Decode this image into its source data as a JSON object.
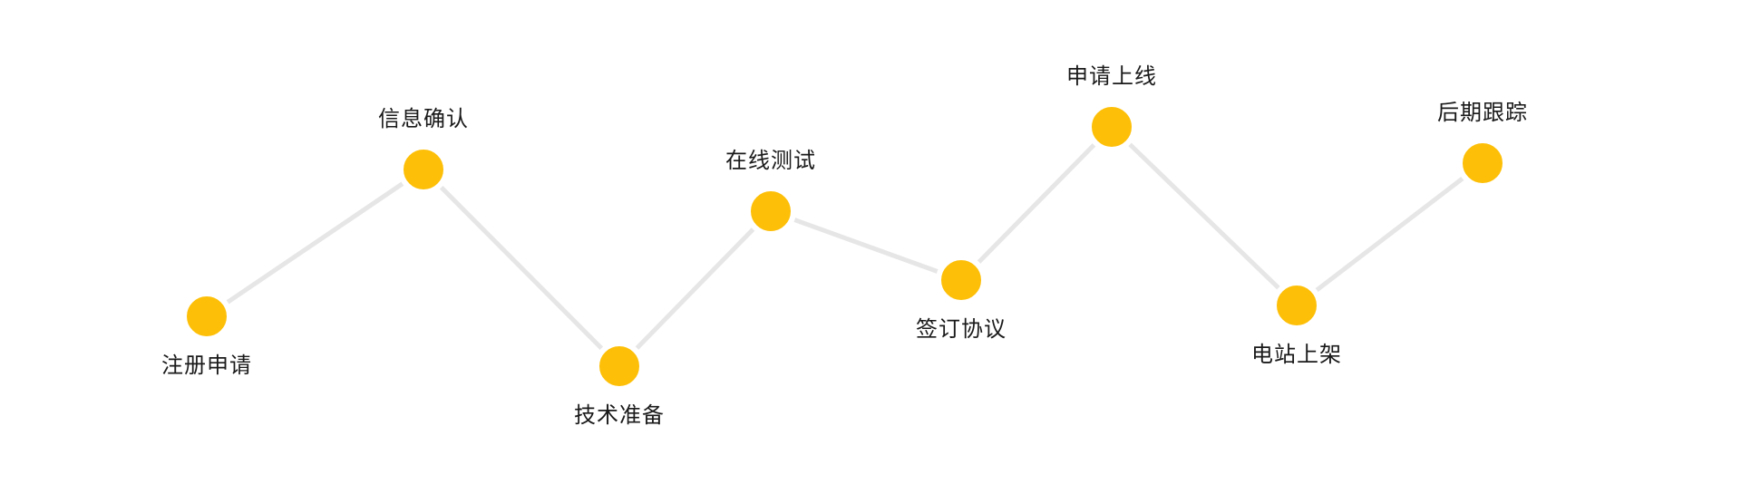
{
  "colors": {
    "node": "#FDBF07",
    "connector": "#E6E6E6",
    "label": "#1A1A1A"
  },
  "steps": [
    {
      "label": "注册申请",
      "label_side": "below"
    },
    {
      "label": "信息确认",
      "label_side": "above"
    },
    {
      "label": "技术准备",
      "label_side": "below"
    },
    {
      "label": "在线测试",
      "label_side": "above"
    },
    {
      "label": "签订协议",
      "label_side": "below"
    },
    {
      "label": "申请上线",
      "label_side": "above"
    },
    {
      "label": "电站上架",
      "label_side": "below"
    },
    {
      "label": "后期跟踪",
      "label_side": "above"
    }
  ]
}
